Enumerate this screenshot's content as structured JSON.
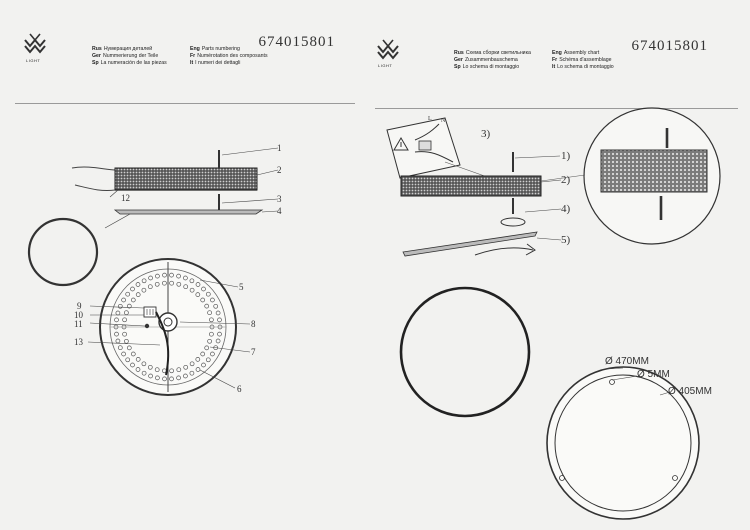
{
  "left": {
    "brand": "LIGHT",
    "code": "674015801",
    "labels": [
      {
        "lang": "Rus",
        "text": "Нумерация деталей"
      },
      {
        "lang": "Ger",
        "text": "Nummerierung der Teile"
      },
      {
        "lang": "Sp",
        "text": "La numeración de las piezas"
      },
      {
        "lang": "Eng",
        "text": "Parts numbering"
      },
      {
        "lang": "Fr",
        "text": "Numérotation des composants"
      },
      {
        "lang": "It",
        "text": "I numeri dei dettagli"
      }
    ],
    "callouts": [
      "1",
      "2",
      "3",
      "4",
      "5",
      "6",
      "7",
      "8",
      "9",
      "10",
      "11",
      "12",
      "13"
    ]
  },
  "right": {
    "brand": "LIGHT",
    "code": "674015801",
    "labels": [
      {
        "lang": "Rus",
        "text": "Схема сборки светильника"
      },
      {
        "lang": "Ger",
        "text": "Zusammenbauschema"
      },
      {
        "lang": "Sp",
        "text": "Lo schema di montaggio"
      },
      {
        "lang": "Eng",
        "text": "Assembly chart"
      },
      {
        "lang": "Fr",
        "text": "Schéma d'assemblage"
      },
      {
        "lang": "It",
        "text": "Lo schema di montaggio"
      }
    ],
    "steps": [
      "1)",
      "2)",
      "3)",
      "4)",
      "5)"
    ],
    "wire_labels": [
      "L",
      "N"
    ],
    "dimensions": {
      "outer": "Ø 470MM",
      "hole": "Ø 5MM",
      "inner": "Ø 405MM"
    }
  }
}
